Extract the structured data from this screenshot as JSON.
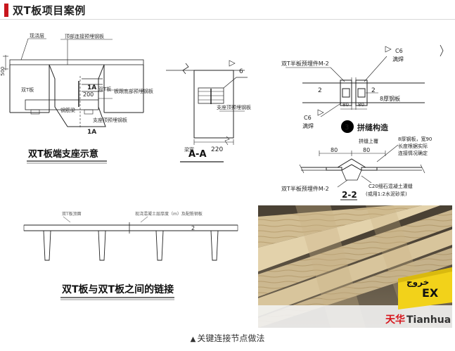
{
  "header": {
    "title": "双T板项目案例"
  },
  "panel_support": {
    "title": "双T板端支座示意",
    "labels": {
      "layer_top": "现浇层",
      "left_slab": "双T板",
      "right_slab": "双T板",
      "beam": "钢筋梁",
      "embed_top": "顶部连接预埋钢板",
      "embed_bottom": "支座顶预埋钢板",
      "gap": "板跟底部预埋钢板",
      "section_1a_top": "1A",
      "section_1a_bottom": "1A",
      "dim_200": "200",
      "dim_500": "500"
    }
  },
  "panel_aa": {
    "title": "A-A",
    "labels": {
      "weld": "6",
      "beam": "梁宽",
      "dim_220": "220",
      "embed": "支座顶预埋钢板"
    }
  },
  "panel_joint": {
    "labels": {
      "embed_top": "双T半板预埋件M-2",
      "weld_top": "C6",
      "weld_top_note": "满焊",
      "weld_left": "C6",
      "weld_left_note": "满焊",
      "plate": "8厚钢板",
      "dim_80_a": "80",
      "dim_80_b": "80",
      "marker_2a": "2",
      "marker_2b": "2"
    },
    "detail_no": "3",
    "detail_title": "拼缝构造"
  },
  "panel_22": {
    "title": "2-2",
    "labels": {
      "plate_note_1": "8厚钢板，宽90",
      "plate_note_2": "长度根据实际",
      "plate_note_3": "连接情况确定",
      "gap_top": "拼缝上覆",
      "dim_80_a": "80",
      "dim_80_b": "80",
      "embed": "双T半板预埋件M-2",
      "concrete_1": "C20细石混凝土灌缝",
      "concrete_2": "(或用1:2水泥砂浆)"
    }
  },
  "panel_link": {
    "title": "双T板与双T板之间的链接",
    "labels": {
      "slab_left": "双T板顶面",
      "slab_mid": "现浇混凝土层厚度（m）及配筋钢板",
      "marker": "2"
    }
  },
  "photo": {
    "sign_top": "خروج",
    "sign_bottom": "EX",
    "brand_cn": "天华",
    "brand_en": "Tianhua"
  },
  "caption": {
    "marker": "▲",
    "text": "关键连接节点做法"
  }
}
